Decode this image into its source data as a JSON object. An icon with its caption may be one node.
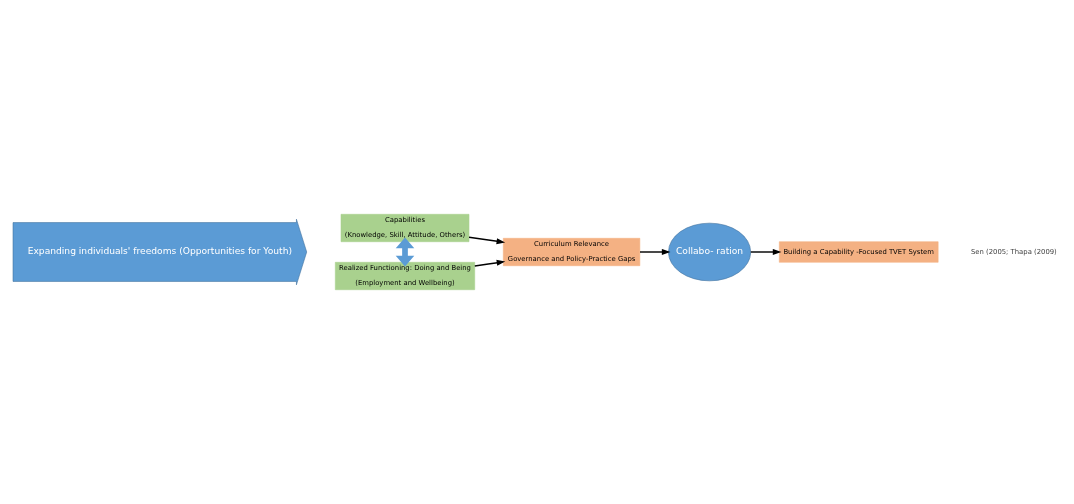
{
  "diagram": {
    "nodes": [
      {
        "text": [
          "Expanding individuals' freedoms (Opportunities for Youth)"
        ]
      },
      {
        "text": [
          "Capabilities",
          "(Knowledge, Skill, Attitude, Others)"
        ]
      },
      {
        "text": [
          "Realized Functioning: Doing and Being",
          "(Employment and Wellbeing)"
        ]
      },
      {
        "text": [
          "Curriculum Relevance",
          "Governance and Policy-Practice Gaps"
        ]
      },
      {
        "text": [
          "Collabo- ration"
        ]
      },
      {
        "text": [
          "Building a Capability -Focused TVET System"
        ]
      }
    ],
    "edges": [
      {
        "from": 1,
        "to": 2,
        "arrow": "both",
        "style": "thick",
        "color": "#5b9bd5"
      },
      {
        "from": 1,
        "to": 3,
        "arrow": "to"
      },
      {
        "from": 2,
        "to": 3,
        "arrow": "to"
      },
      {
        "from": 3,
        "to": 4,
        "arrow": "to"
      },
      {
        "from": 4,
        "to": 5,
        "arrow": "to"
      }
    ],
    "labels": [
      "Sen (2005; Thapa (2009)"
    ]
  }
}
